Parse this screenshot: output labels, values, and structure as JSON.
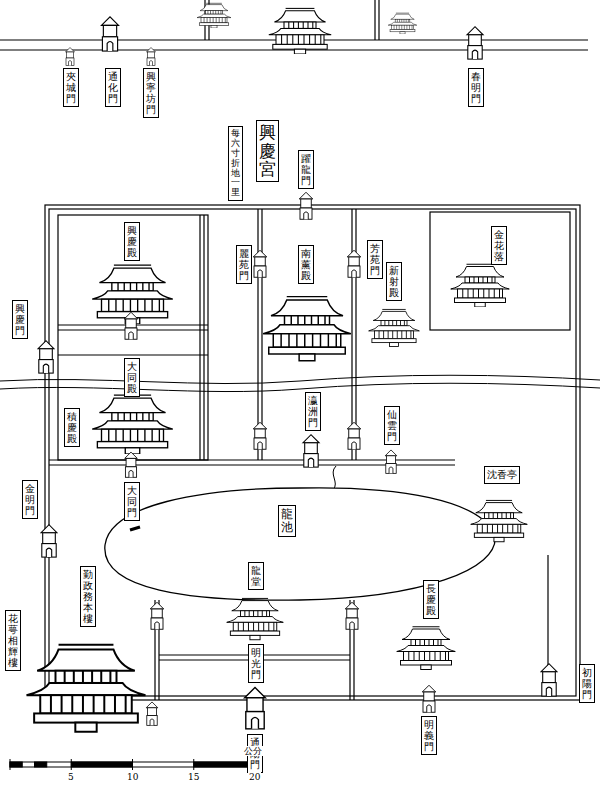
{
  "diagram": {
    "title": "興慶宮",
    "nodes": [
      {
        "text": [
          "夾城門"
        ]
      },
      {
        "text": [
          "通化門"
        ]
      },
      {
        "text": [
          "興寧坊門"
        ]
      },
      {
        "text": [
          "春明門"
        ]
      },
      {
        "text": [
          "躍龍門"
        ]
      },
      {
        "text": [
          "興慶殿"
        ]
      },
      {
        "text": [
          "麗苑門"
        ]
      },
      {
        "text": [
          "南薰殿"
        ]
      },
      {
        "text": [
          "芳苑門"
        ]
      },
      {
        "text": [
          "新射殿"
        ]
      },
      {
        "text": [
          "金花落"
        ]
      },
      {
        "text": [
          "興慶門"
        ]
      },
      {
        "text": [
          "大同殿"
        ]
      },
      {
        "text": [
          "積慶殿"
        ]
      },
      {
        "text": [
          "大同門"
        ]
      },
      {
        "text": [
          "瀛洲門"
        ]
      },
      {
        "text": [
          "仙雲門"
        ]
      },
      {
        "text": [
          "沈香亭"
        ]
      },
      {
        "text": [
          "金明門"
        ]
      },
      {
        "text": [
          "龍池"
        ]
      },
      {
        "text": [
          "勤政務本樓"
        ]
      },
      {
        "text": [
          "花萼相輝樓"
        ]
      },
      {
        "text": [
          "龍堂"
        ]
      },
      {
        "text": [
          "明光門"
        ]
      },
      {
        "text": [
          "長慶殿"
        ]
      },
      {
        "text": [
          "通陽門"
        ]
      },
      {
        "text": [
          "明義門"
        ]
      },
      {
        "text": [
          "初陽門"
        ]
      }
    ],
    "labels": [
      "每六寸折地一里",
      "公分",
      "5",
      "10",
      "15",
      "20"
    ]
  }
}
